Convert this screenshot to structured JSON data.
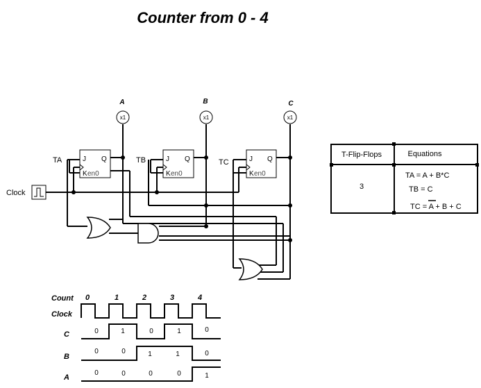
{
  "title": "Counter from 0 - 4",
  "probes": [
    {
      "name": "A",
      "label": "x1"
    },
    {
      "name": "B",
      "label": "x1"
    },
    {
      "name": "C",
      "label": "x1"
    }
  ],
  "flipflops": [
    {
      "input": "TA",
      "pin_j": "J",
      "pin_q": "Q",
      "pin_k": "K",
      "pin_en": "en0"
    },
    {
      "input": "TB",
      "pin_j": "J",
      "pin_q": "Q",
      "pin_k": "K",
      "pin_en": "en0"
    },
    {
      "input": "TC",
      "pin_j": "J",
      "pin_q": "Q",
      "pin_k": "K",
      "pin_en": "en0"
    }
  ],
  "clock_label": "Clock",
  "table": {
    "headers": [
      "T-Flip-Flops",
      "Equations"
    ],
    "count": "3",
    "equations": [
      "TA = A + B*C",
      "TB = C",
      "TC = A + B + C"
    ],
    "overbar_on": "A"
  },
  "timing": {
    "row_labels": [
      "Count",
      "Clock",
      "C",
      "B",
      "A"
    ],
    "counts": [
      "0",
      "1",
      "2",
      "3",
      "4"
    ],
    "C_values": [
      "0",
      "1",
      "0",
      "1",
      "0"
    ],
    "B_values": [
      "0",
      "0",
      "1",
      "1",
      "0"
    ],
    "A_values": [
      "0",
      "0",
      "0",
      "0",
      "1"
    ]
  }
}
